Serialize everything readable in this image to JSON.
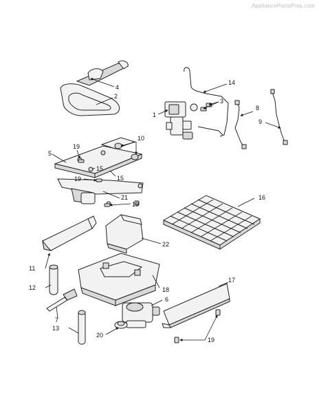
{
  "watermark": "AppliancePartsPros.com",
  "callouts": {
    "c1": "1",
    "c2": "2",
    "c3": "3",
    "c4": "4",
    "c5": "5",
    "c6": "6",
    "c7": "7",
    "c8": "8",
    "c9": "9",
    "c10": "10",
    "c11": "11",
    "c12": "12",
    "c13": "13",
    "c14": "14",
    "c15a": "15",
    "c15b": "15",
    "c16": "16",
    "c17": "17",
    "c18": "18",
    "c19a": "19",
    "c19b": "19",
    "c19c": "19",
    "c19d": "19",
    "c20": "20",
    "c21": "21",
    "c22": "22"
  }
}
